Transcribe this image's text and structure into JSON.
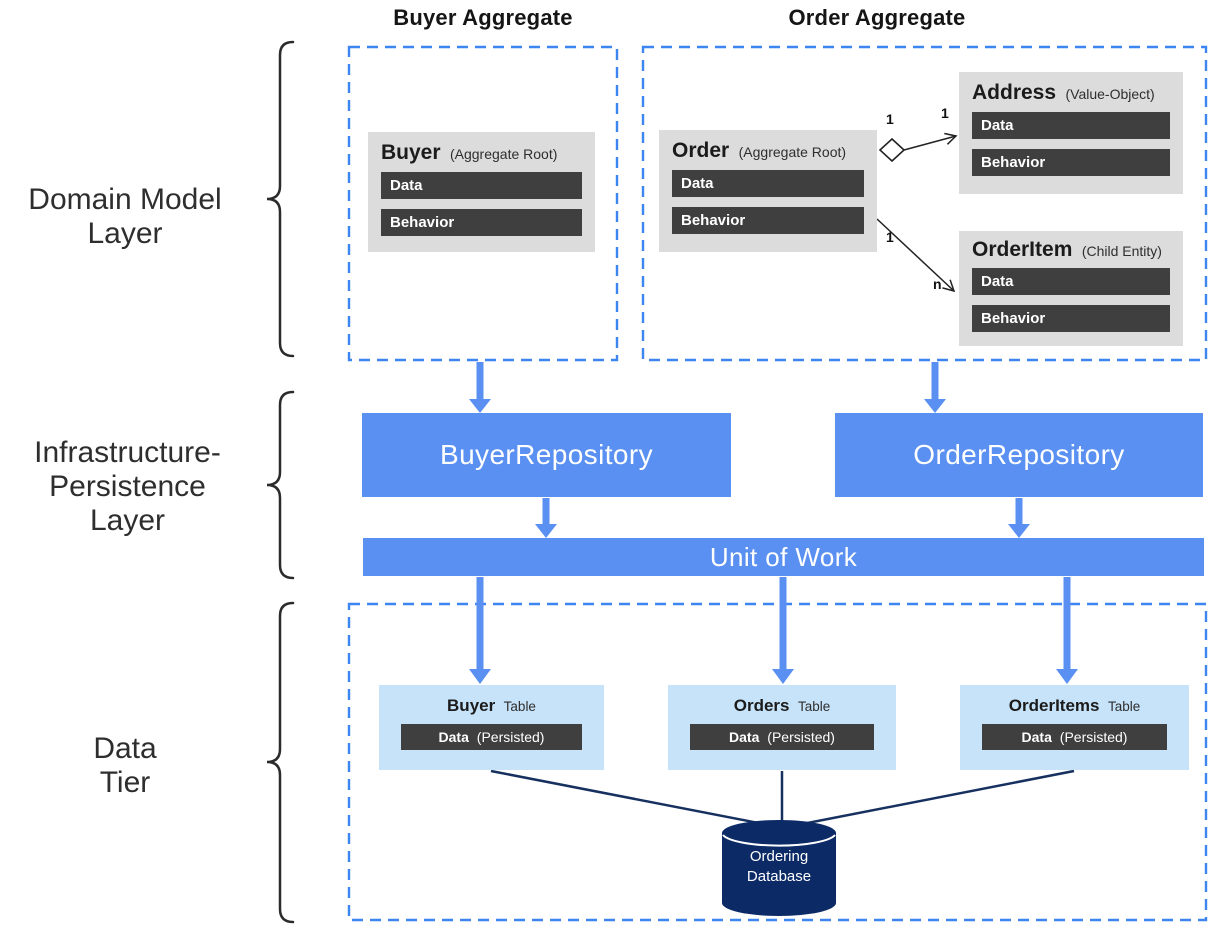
{
  "colors": {
    "accent_blue": "#5a90f2",
    "dashed_border_blue": "#3d85f0",
    "table_light_blue": "#c7e3f9",
    "entity_gray": "#dcdcdc",
    "section_bar_dark": "#3f3f3f",
    "database_navy": "#0c2a66",
    "connector_navy": "#16305f"
  },
  "layer_labels": {
    "domain": {
      "line1": "Domain Model",
      "line2": "Layer"
    },
    "infrastructure": {
      "line1": "Infrastructure-",
      "line2": "Persistence",
      "line3": "Layer"
    },
    "data": {
      "line1": "Data",
      "line2": "Tier"
    }
  },
  "aggregates": {
    "buyer": {
      "title": "Buyer Aggregate",
      "root": {
        "name": "Buyer",
        "qualifier": "(Aggregate Root)",
        "sections": [
          "Data",
          "Behavior"
        ]
      }
    },
    "order": {
      "title": "Order Aggregate",
      "root": {
        "name": "Order",
        "qualifier": "(Aggregate Root)",
        "sections": [
          "Data",
          "Behavior"
        ]
      },
      "address": {
        "name": "Address",
        "qualifier": "(Value-Object)",
        "sections": [
          "Data",
          "Behavior"
        ]
      },
      "order_item": {
        "name": "OrderItem",
        "qualifier": "(Child Entity)",
        "sections": [
          "Data",
          "Behavior"
        ]
      },
      "relations": {
        "order_to_address": {
          "type": "aggregation",
          "source_label": "1",
          "target_label": "1"
        },
        "order_to_order_item": {
          "type": "association",
          "source_label": "1",
          "target_label": "n"
        }
      }
    }
  },
  "persistence": {
    "buyer_repository": "BuyerRepository",
    "order_repository": "OrderRepository",
    "unit_of_work": "Unit of Work"
  },
  "data_tier": {
    "tables": [
      {
        "name": "Buyer",
        "suffix": "Table",
        "bar_name": "Data",
        "bar_suffix": "(Persisted)"
      },
      {
        "name": "Orders",
        "suffix": "Table",
        "bar_name": "Data",
        "bar_suffix": "(Persisted)"
      },
      {
        "name": "OrderItems",
        "suffix": "Table",
        "bar_name": "Data",
        "bar_suffix": "(Persisted)"
      }
    ],
    "database": {
      "line1": "Ordering",
      "line2": "Database"
    }
  }
}
